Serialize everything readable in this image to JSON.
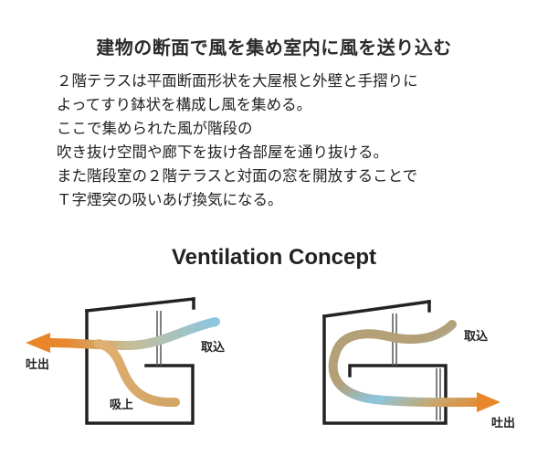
{
  "title": "建物の断面で風を集め室内に風を送り込む",
  "description_lines": [
    "２階テラスは平面断面形状を大屋根と外壁と手摺りに",
    "よってすり鉢状を構成し風を集める。",
    "ここで集められた風が階段の",
    "吹き抜け空間や廊下を抜け各部屋を通り抜ける。",
    "また階段室の２階テラスと対面の窓を開放することで",
    "Ｔ字煙突の吸いあげ換気になる。"
  ],
  "concept_title": "Ventilation Concept",
  "left_diagram": {
    "label_intake": "取込",
    "label_exhaust": "吐出",
    "label_suction": "吸上"
  },
  "right_diagram": {
    "label_intake": "取込",
    "label_exhaust": "吐出"
  },
  "colors": {
    "airflow_cool": "#8cc6e0",
    "airflow_warm": "#d2a566",
    "arrow_orange": "#e8862a",
    "structure": "#222222"
  }
}
